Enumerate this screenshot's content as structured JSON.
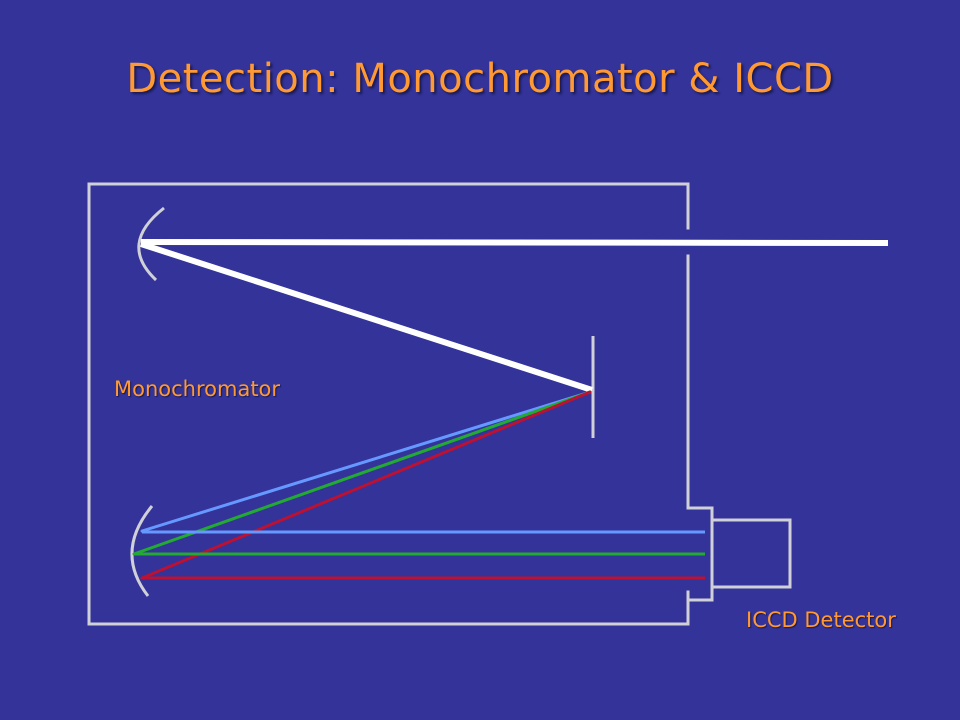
{
  "slide": {
    "title": "Detection: Monochromator & ICCD"
  },
  "labels": {
    "monochromator": "Monochromator",
    "iccd": "ICCD Detector"
  },
  "colors": {
    "background": "#333399",
    "title": "#FF9933",
    "housing": "#D0D0D8",
    "beam": "#FFFFFF",
    "ray_blue": "#6699FF",
    "ray_green": "#22AA33",
    "ray_red": "#BB1133"
  }
}
